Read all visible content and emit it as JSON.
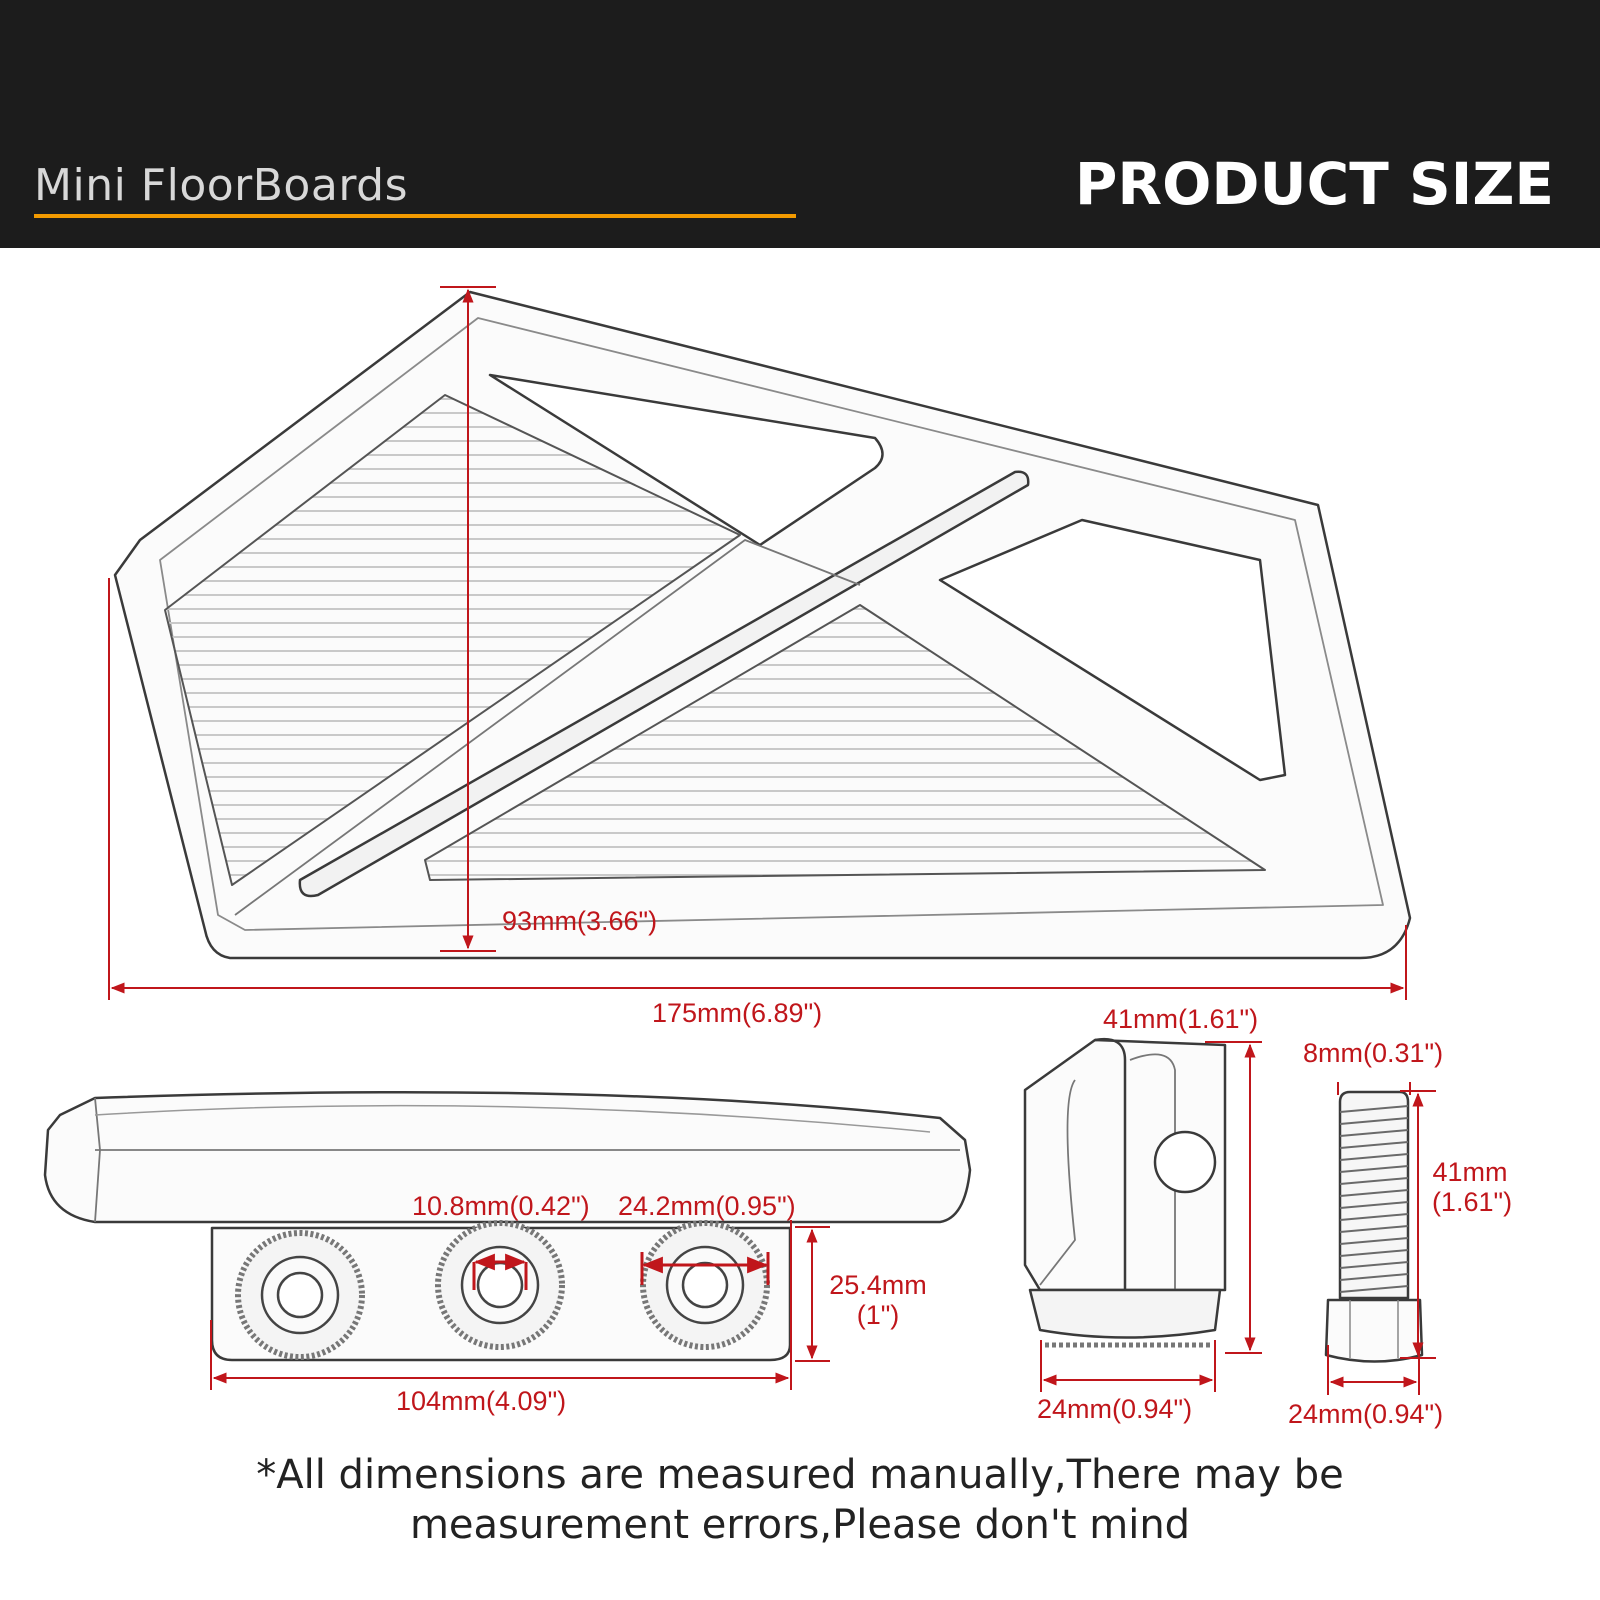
{
  "header": {
    "product_name": "Mini FloorBoards",
    "section_title": "PRODUCT SIZE"
  },
  "colors": {
    "header_bg": "#1c1c1c",
    "accent": "#f29a00",
    "dimension": "#c0161b"
  },
  "dimensions": {
    "height": "93mm(3.66\")",
    "length": "175mm(6.89\")",
    "hole_diameter": "10.8mm(0.42\")",
    "washer_diameter": "24.2mm(0.95\")",
    "mount_height_mm": "25.4mm",
    "mount_height_in": "(1\")",
    "mount_width": "104mm(4.09\")",
    "clamp_height": "41mm(1.61\")",
    "clamp_base": "24mm(0.94\")",
    "bolt_diameter": "8mm(0.31\")",
    "bolt_length_mm": "41mm",
    "bolt_length_in": "(1.61\")",
    "bolt_head": "24mm(0.94\")"
  },
  "disclaimer": {
    "line1": "*All dimensions are measured manually,There may be",
    "line2": "measurement errors,Please don't mind"
  }
}
